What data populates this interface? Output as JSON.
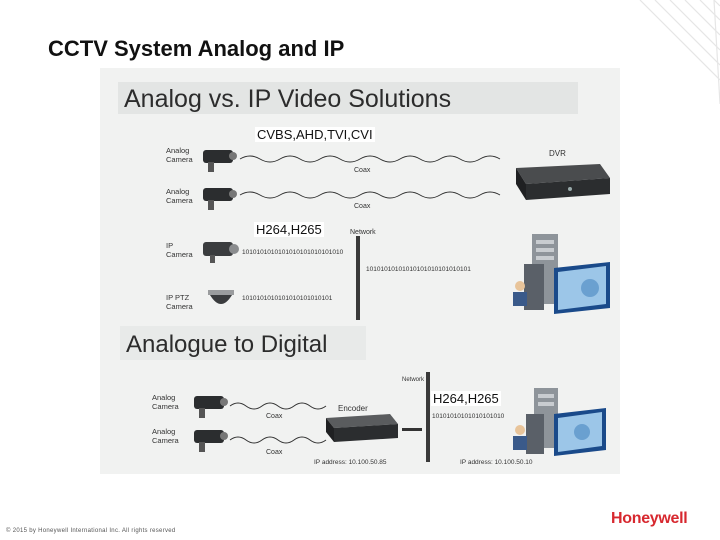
{
  "slide": {
    "title": "CCTV System Analog and IP",
    "footer": "© 2015 by Honeywell International Inc. All rights reserved",
    "brand": "Honeywell"
  },
  "figure": {
    "header1": "Analog vs. IP Video Solutions",
    "header2": "Analogue to Digital",
    "overlay_analog": "CVBS,AHD,TVI,CVI",
    "overlay_ip": "H264,H265",
    "overlay_digital": "H264,H265",
    "labels": {
      "analog_camera": "Analog\nCamera",
      "ip_camera": "IP\nCamera",
      "ip_ptz_camera": "IP PTZ\nCamera",
      "coax": "Coax",
      "dvr": "DVR",
      "network": "Network",
      "encoder": "Encoder",
      "ip_address_1": "IP address: 10.100.50.85",
      "ip_address_2": "IP address: 10.100.50.10",
      "binary": "1010101010101010101010101010",
      "network_small": "Network"
    }
  },
  "colors": {
    "brand_red": "#d7282f",
    "header_bar": "#e3e5e4",
    "device_dark": "#2b2d2f",
    "background_panel": "#f1f2f1"
  }
}
